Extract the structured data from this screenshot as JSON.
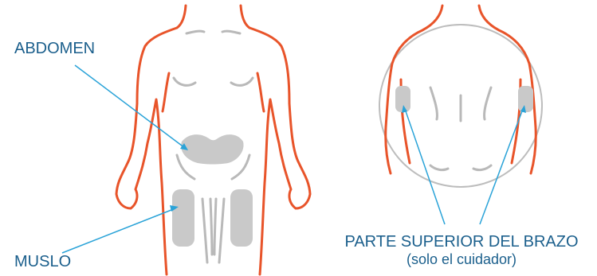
{
  "labels": {
    "abdomen": "ABDOMEN",
    "thigh": "MUSLO",
    "upper_arm_line1": "PARTE SUPERIOR DEL BRAZO",
    "upper_arm_line2": "(solo el cuidador)"
  },
  "colors": {
    "body_outline": "#e8542a",
    "anatomy_lines": "#b9b9b9",
    "injection_site": "#c9c9c9",
    "leader_line": "#2aa3d8",
    "label_text": "#1b5f8c",
    "circle_outline": "#bdbdbd"
  }
}
